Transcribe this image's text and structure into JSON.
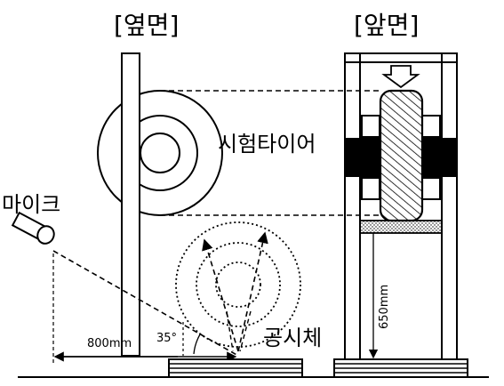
{
  "labels": {
    "side_view": "[옆면]",
    "front_view": "[앞면]",
    "test_tire": "시험타이어",
    "microphone": "마이크",
    "specimen": "공시체",
    "distance": "800mm",
    "angle": "35°",
    "height": "650mm"
  }
}
